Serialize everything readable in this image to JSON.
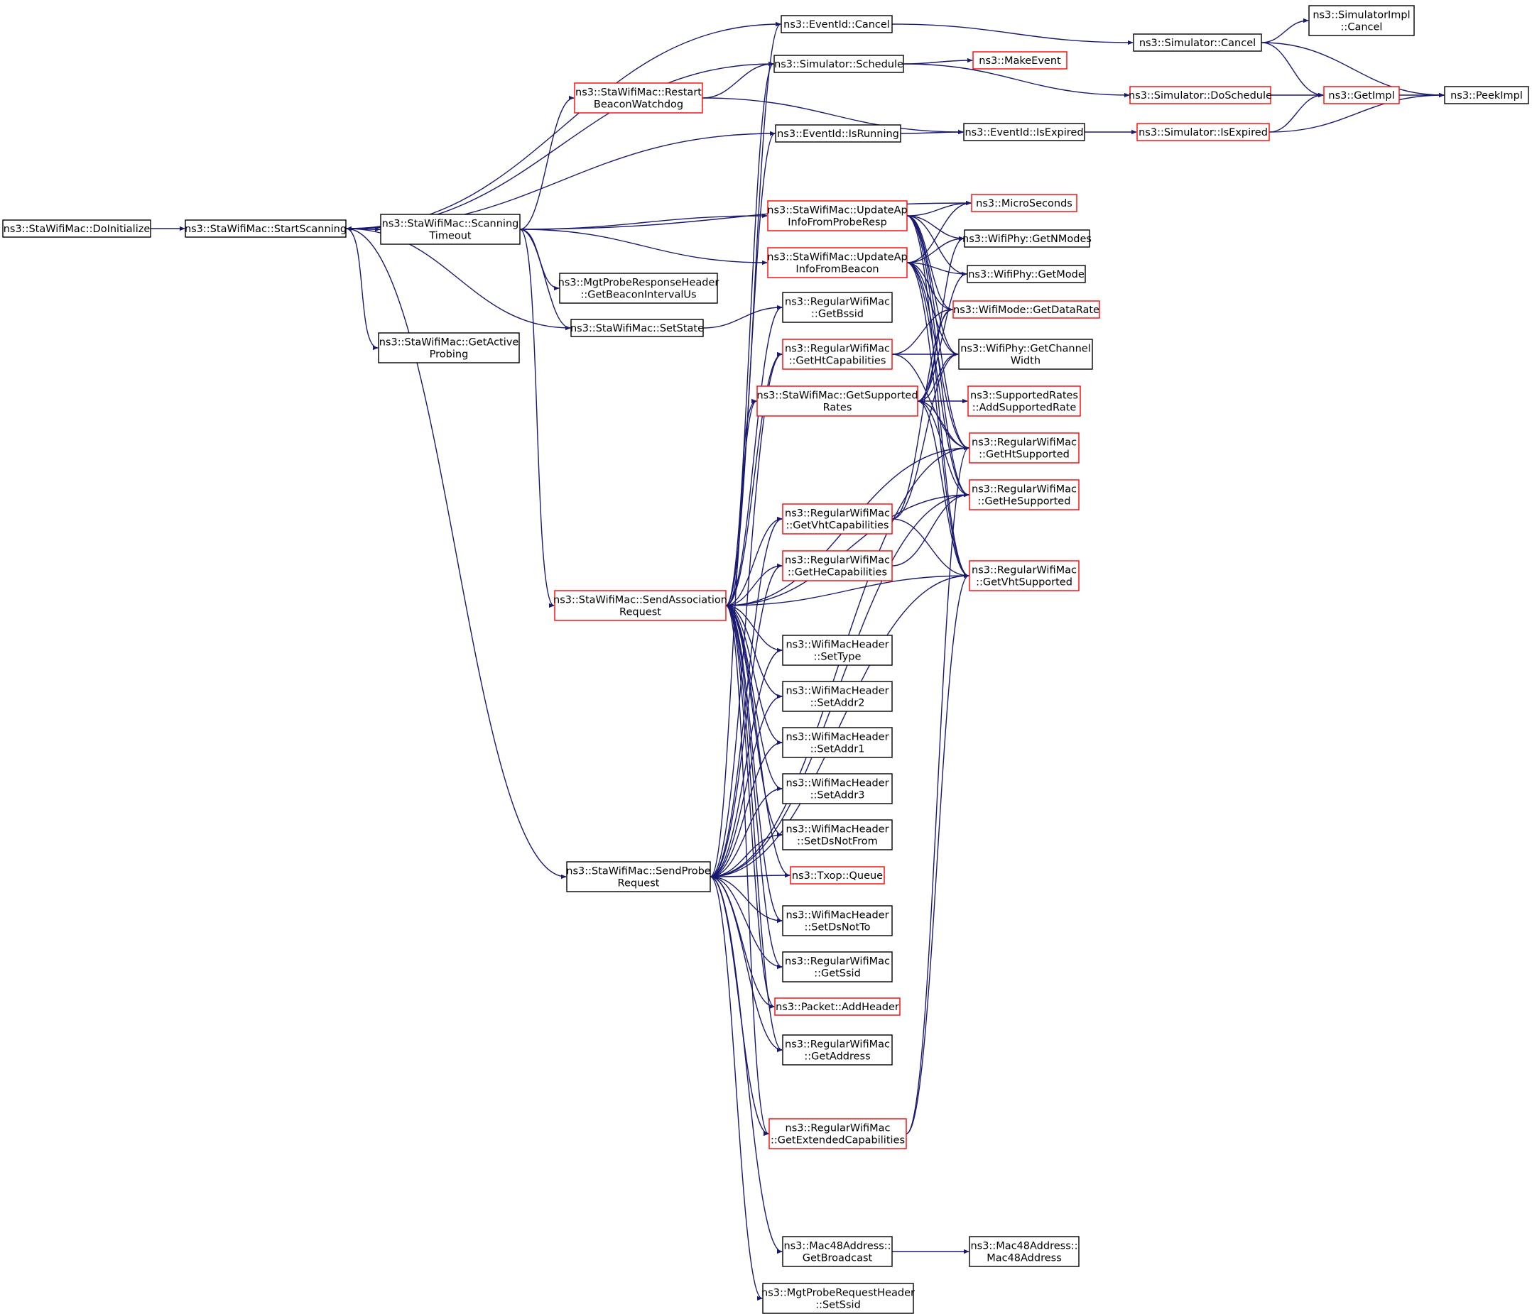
{
  "colors": {
    "edge": "#191970",
    "node_border": "#000000",
    "node_border_incomplete": "#ff0000",
    "root_fill": "#bfbfbf",
    "node_fill": "#ffffff"
  },
  "nodes": [
    {
      "id": "doinit",
      "lines": [
        "ns3::StaWifiMac::DoInitialize"
      ],
      "style": "root"
    },
    {
      "id": "startscan",
      "lines": [
        "ns3::StaWifiMac::StartScanning"
      ],
      "style": "normal"
    },
    {
      "id": "scantimeout",
      "lines": [
        "ns3::StaWifiMac::Scanning",
        "Timeout"
      ],
      "style": "normal"
    },
    {
      "id": "getactive",
      "lines": [
        "ns3::StaWifiMac::GetActive",
        "Probing"
      ],
      "style": "normal"
    },
    {
      "id": "restartbw",
      "lines": [
        "ns3::StaWifiMac::Restart",
        "BeaconWatchdog"
      ],
      "style": "incomplete"
    },
    {
      "id": "mgtbeacon",
      "lines": [
        "ns3::MgtProbeResponseHeader",
        "::GetBeaconIntervalUs"
      ],
      "style": "normal"
    },
    {
      "id": "setstate",
      "lines": [
        "ns3::StaWifiMac::SetState"
      ],
      "style": "normal"
    },
    {
      "id": "sendassoc",
      "lines": [
        "ns3::StaWifiMac::SendAssociation",
        "Request"
      ],
      "style": "incomplete"
    },
    {
      "id": "sendprobe",
      "lines": [
        "ns3::StaWifiMac::SendProbe",
        "Request"
      ],
      "style": "normal"
    },
    {
      "id": "evcancel",
      "lines": [
        "ns3::EventId::Cancel"
      ],
      "style": "normal"
    },
    {
      "id": "simschedule",
      "lines": [
        "ns3::Simulator::Schedule"
      ],
      "style": "normal"
    },
    {
      "id": "evisrunning",
      "lines": [
        "ns3::EventId::IsRunning"
      ],
      "style": "normal"
    },
    {
      "id": "updprobe",
      "lines": [
        "ns3::StaWifiMac::UpdateAp",
        "InfoFromProbeResp"
      ],
      "style": "incomplete"
    },
    {
      "id": "updbeacon",
      "lines": [
        "ns3::StaWifiMac::UpdateAp",
        "InfoFromBeacon"
      ],
      "style": "incomplete"
    },
    {
      "id": "getbssid",
      "lines": [
        "ns3::RegularWifiMac",
        "::GetBssid"
      ],
      "style": "normal"
    },
    {
      "id": "gethtcap",
      "lines": [
        "ns3::RegularWifiMac",
        "::GetHtCapabilities"
      ],
      "style": "incomplete"
    },
    {
      "id": "getsuprates",
      "lines": [
        "ns3::StaWifiMac::GetSupported",
        "Rates"
      ],
      "style": "incomplete"
    },
    {
      "id": "getvhtcap",
      "lines": [
        "ns3::RegularWifiMac",
        "::GetVhtCapabilities"
      ],
      "style": "incomplete"
    },
    {
      "id": "gethecap",
      "lines": [
        "ns3::RegularWifiMac",
        "::GetHeCapabilities"
      ],
      "style": "incomplete"
    },
    {
      "id": "settype",
      "lines": [
        "ns3::WifiMacHeader",
        "::SetType"
      ],
      "style": "normal"
    },
    {
      "id": "setaddr2",
      "lines": [
        "ns3::WifiMacHeader",
        "::SetAddr2"
      ],
      "style": "normal"
    },
    {
      "id": "setaddr1",
      "lines": [
        "ns3::WifiMacHeader",
        "::SetAddr1"
      ],
      "style": "normal"
    },
    {
      "id": "setaddr3",
      "lines": [
        "ns3::WifiMacHeader",
        "::SetAddr3"
      ],
      "style": "normal"
    },
    {
      "id": "setdsnotfrom",
      "lines": [
        "ns3::WifiMacHeader",
        "::SetDsNotFrom"
      ],
      "style": "normal"
    },
    {
      "id": "txopqueue",
      "lines": [
        "ns3::Txop::Queue"
      ],
      "style": "incomplete"
    },
    {
      "id": "setdsnotto",
      "lines": [
        "ns3::WifiMacHeader",
        "::SetDsNotTo"
      ],
      "style": "normal"
    },
    {
      "id": "getssid",
      "lines": [
        "ns3::RegularWifiMac",
        "::GetSsid"
      ],
      "style": "normal"
    },
    {
      "id": "addheader",
      "lines": [
        "ns3::Packet::AddHeader"
      ],
      "style": "incomplete"
    },
    {
      "id": "getaddress",
      "lines": [
        "ns3::RegularWifiMac",
        "::GetAddress"
      ],
      "style": "normal"
    },
    {
      "id": "getextcap",
      "lines": [
        "ns3::RegularWifiMac",
        "::GetExtendedCapabilities"
      ],
      "style": "incomplete"
    },
    {
      "id": "getbroadcast",
      "lines": [
        "ns3::Mac48Address::",
        "GetBroadcast"
      ],
      "style": "normal"
    },
    {
      "id": "setssid",
      "lines": [
        "ns3::MgtProbeRequestHeader",
        "::SetSsid"
      ],
      "style": "normal"
    },
    {
      "id": "makeevent",
      "lines": [
        "ns3::MakeEvent"
      ],
      "style": "incomplete"
    },
    {
      "id": "evisexpired",
      "lines": [
        "ns3::EventId::IsExpired"
      ],
      "style": "normal"
    },
    {
      "id": "microsec",
      "lines": [
        "ns3::MicroSeconds"
      ],
      "style": "incomplete"
    },
    {
      "id": "getnmodes",
      "lines": [
        "ns3::WifiPhy::GetNModes"
      ],
      "style": "normal"
    },
    {
      "id": "getmode",
      "lines": [
        "ns3::WifiPhy::GetMode"
      ],
      "style": "normal"
    },
    {
      "id": "getdatarate",
      "lines": [
        "ns3::WifiMode::GetDataRate"
      ],
      "style": "incomplete"
    },
    {
      "id": "getchwidth",
      "lines": [
        "ns3::WifiPhy::GetChannel",
        "Width"
      ],
      "style": "normal"
    },
    {
      "id": "addsuprate",
      "lines": [
        "ns3::SupportedRates",
        "::AddSupportedRate"
      ],
      "style": "incomplete"
    },
    {
      "id": "gethtsup",
      "lines": [
        "ns3::RegularWifiMac",
        "::GetHtSupported"
      ],
      "style": "incomplete"
    },
    {
      "id": "gethesup",
      "lines": [
        "ns3::RegularWifiMac",
        "::GetHeSupported"
      ],
      "style": "incomplete"
    },
    {
      "id": "getvhtsup",
      "lines": [
        "ns3::RegularWifiMac",
        "::GetVhtSupported"
      ],
      "style": "incomplete"
    },
    {
      "id": "mac48ctor",
      "lines": [
        "ns3::Mac48Address::",
        "Mac48Address"
      ],
      "style": "normal"
    },
    {
      "id": "simcancel",
      "lines": [
        "ns3::Simulator::Cancel"
      ],
      "style": "normal"
    },
    {
      "id": "simdosched",
      "lines": [
        "ns3::Simulator::DoSchedule"
      ],
      "style": "incomplete"
    },
    {
      "id": "simisexpired",
      "lines": [
        "ns3::Simulator::IsExpired"
      ],
      "style": "incomplete"
    },
    {
      "id": "simimplcancel",
      "lines": [
        "ns3::SimulatorImpl",
        "::Cancel"
      ],
      "style": "normal"
    },
    {
      "id": "getimpl",
      "lines": [
        "ns3::GetImpl"
      ],
      "style": "incomplete"
    },
    {
      "id": "peekimpl",
      "lines": [
        "ns3::PeekImpl"
      ],
      "style": "normal"
    }
  ],
  "edges": [
    [
      "doinit",
      "startscan"
    ],
    [
      "startscan",
      "evcancel"
    ],
    [
      "startscan",
      "simschedule"
    ],
    [
      "startscan",
      "evisrunning"
    ],
    [
      "startscan",
      "scantimeout"
    ],
    [
      "startscan",
      "setstate"
    ],
    [
      "startscan",
      "getactive"
    ],
    [
      "startscan",
      "sendprobe"
    ],
    [
      "scantimeout",
      "startscan"
    ],
    [
      "scantimeout",
      "restartbw"
    ],
    [
      "scantimeout",
      "microsec"
    ],
    [
      "scantimeout",
      "updprobe"
    ],
    [
      "scantimeout",
      "updbeacon"
    ],
    [
      "scantimeout",
      "mgtbeacon"
    ],
    [
      "scantimeout",
      "setstate"
    ],
    [
      "scantimeout",
      "sendassoc"
    ],
    [
      "restartbw",
      "simschedule"
    ],
    [
      "restartbw",
      "evisexpired"
    ],
    [
      "setstate",
      "getbssid"
    ],
    [
      "evcancel",
      "simcancel"
    ],
    [
      "simschedule",
      "makeevent"
    ],
    [
      "simschedule",
      "simdosched"
    ],
    [
      "evisrunning",
      "evisexpired"
    ],
    [
      "evisexpired",
      "simisexpired"
    ],
    [
      "simcancel",
      "simimplcancel"
    ],
    [
      "simcancel",
      "getimpl"
    ],
    [
      "simcancel",
      "peekimpl"
    ],
    [
      "simdosched",
      "getimpl"
    ],
    [
      "simisexpired",
      "getimpl"
    ],
    [
      "simisexpired",
      "peekimpl"
    ],
    [
      "getimpl",
      "peekimpl"
    ],
    [
      "updprobe",
      "microsec"
    ],
    [
      "updprobe",
      "getnmodes"
    ],
    [
      "updprobe",
      "getmode"
    ],
    [
      "updprobe",
      "getdatarate"
    ],
    [
      "updprobe",
      "getchwidth"
    ],
    [
      "updprobe",
      "gethtsup"
    ],
    [
      "updprobe",
      "gethesup"
    ],
    [
      "updprobe",
      "getvhtsup"
    ],
    [
      "updbeacon",
      "microsec"
    ],
    [
      "updbeacon",
      "getnmodes"
    ],
    [
      "updbeacon",
      "getmode"
    ],
    [
      "updbeacon",
      "getdatarate"
    ],
    [
      "updbeacon",
      "getchwidth"
    ],
    [
      "updbeacon",
      "gethtsup"
    ],
    [
      "updbeacon",
      "gethesup"
    ],
    [
      "updbeacon",
      "getvhtsup"
    ],
    [
      "gethtcap",
      "getchwidth"
    ],
    [
      "gethtcap",
      "getdatarate"
    ],
    [
      "gethtcap",
      "gethtsup"
    ],
    [
      "getsuprates",
      "getnmodes"
    ],
    [
      "getsuprates",
      "getmode"
    ],
    [
      "getsuprates",
      "getdatarate"
    ],
    [
      "getsuprates",
      "getchwidth"
    ],
    [
      "getsuprates",
      "addsuprate"
    ],
    [
      "getsuprates",
      "gethtsup"
    ],
    [
      "getsuprates",
      "gethesup"
    ],
    [
      "getsuprates",
      "getvhtsup"
    ],
    [
      "getvhtcap",
      "getdatarate"
    ],
    [
      "getvhtcap",
      "getchwidth"
    ],
    [
      "getvhtcap",
      "getvhtsup"
    ],
    [
      "gethecap",
      "gethesup"
    ],
    [
      "getextcap",
      "gethtsup"
    ],
    [
      "getextcap",
      "getvhtsup"
    ],
    [
      "getbroadcast",
      "mac48ctor"
    ],
    [
      "sendassoc",
      "evcancel"
    ],
    [
      "sendassoc",
      "simschedule"
    ],
    [
      "sendassoc",
      "evisrunning"
    ],
    [
      "sendassoc",
      "getbssid"
    ],
    [
      "sendassoc",
      "gethtcap"
    ],
    [
      "sendassoc",
      "getsuprates"
    ],
    [
      "sendassoc",
      "getvhtcap"
    ],
    [
      "sendassoc",
      "gethecap"
    ],
    [
      "sendassoc",
      "gethtsup"
    ],
    [
      "sendassoc",
      "gethesup"
    ],
    [
      "sendassoc",
      "getvhtsup"
    ],
    [
      "sendassoc",
      "settype"
    ],
    [
      "sendassoc",
      "setaddr2"
    ],
    [
      "sendassoc",
      "setaddr1"
    ],
    [
      "sendassoc",
      "setaddr3"
    ],
    [
      "sendassoc",
      "setdsnotfrom"
    ],
    [
      "sendassoc",
      "txopqueue"
    ],
    [
      "sendassoc",
      "setdsnotto"
    ],
    [
      "sendassoc",
      "getssid"
    ],
    [
      "sendassoc",
      "addheader"
    ],
    [
      "sendassoc",
      "getaddress"
    ],
    [
      "sendassoc",
      "getextcap"
    ],
    [
      "sendprobe",
      "gethtcap"
    ],
    [
      "sendprobe",
      "getsuprates"
    ],
    [
      "sendprobe",
      "getvhtcap"
    ],
    [
      "sendprobe",
      "gethecap"
    ],
    [
      "sendprobe",
      "settype"
    ],
    [
      "sendprobe",
      "setaddr2"
    ],
    [
      "sendprobe",
      "setaddr1"
    ],
    [
      "sendprobe",
      "setaddr3"
    ],
    [
      "sendprobe",
      "setdsnotfrom"
    ],
    [
      "sendprobe",
      "txopqueue"
    ],
    [
      "sendprobe",
      "setdsnotto"
    ],
    [
      "sendprobe",
      "getssid"
    ],
    [
      "sendprobe",
      "addheader"
    ],
    [
      "sendprobe",
      "getaddress"
    ],
    [
      "sendprobe",
      "getextcap"
    ],
    [
      "sendprobe",
      "getbroadcast"
    ],
    [
      "sendprobe",
      "setssid"
    ],
    [
      "sendprobe",
      "gethtsup"
    ],
    [
      "sendprobe",
      "gethesup"
    ],
    [
      "sendprobe",
      "getvhtsup"
    ]
  ]
}
